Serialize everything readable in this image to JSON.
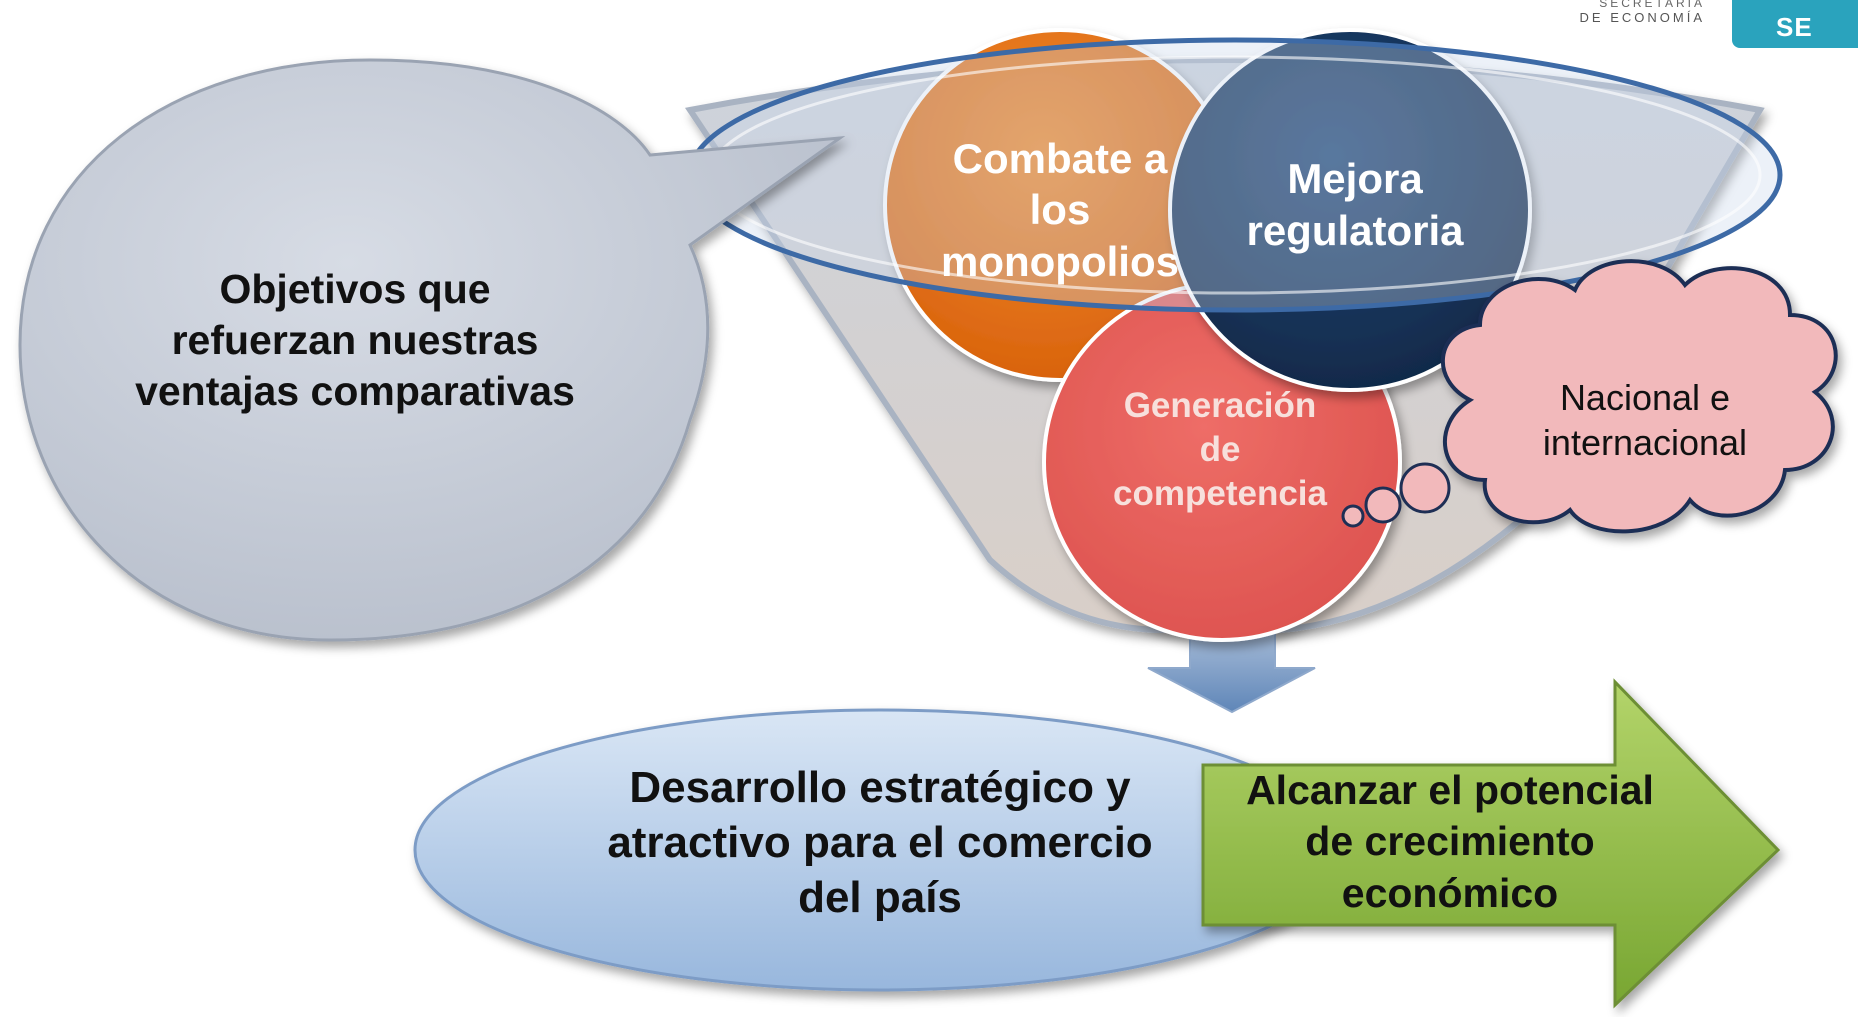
{
  "speech_bubble": {
    "text": "Objetivos que\nrefuerzan nuestras\nventajas comparativas",
    "color": "#c6ccd7"
  },
  "funnel_circles": [
    {
      "text": "Combate a\nlos\nmonopolios",
      "color": "#e8721a"
    },
    {
      "text": "Mejora\nregulatoria",
      "color": "#17365d"
    },
    {
      "text": "Generación\nde\ncompetencia",
      "color": "#e35d5a"
    }
  ],
  "thought_cloud": {
    "text": "Nacional e\ninternacional",
    "color": "#f2b9bb"
  },
  "result_oval": {
    "text": "Desarrollo estratégico y\natractivo para el comercio\ndel país",
    "color": "#b7cde8"
  },
  "result_arrow": {
    "text": "Alcanzar el potencial\nde crecimiento\neconómico",
    "color": "#8fba46"
  },
  "logo": {
    "line1": "SECRETARÍA",
    "line2": "DE ECONOMÍA",
    "badge": "SE",
    "color": "#2aa3bd"
  }
}
